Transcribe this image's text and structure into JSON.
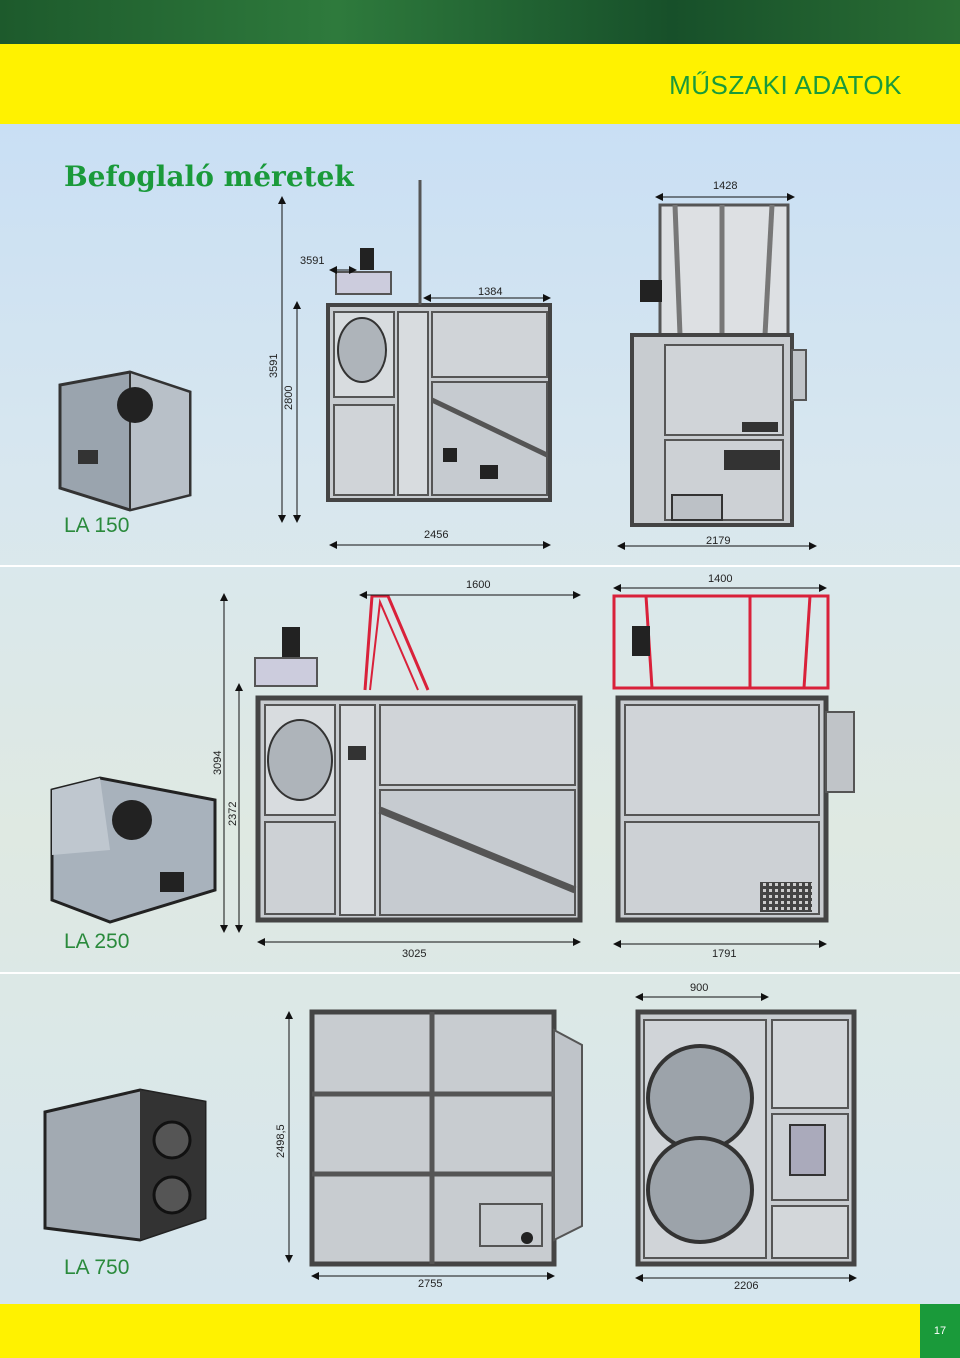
{
  "header": {
    "title": "MŰSZAKI ADATOK"
  },
  "section": {
    "title": "Befoglaló méretek"
  },
  "models": [
    {
      "label": "LA 150",
      "dims": {
        "top_right_width": "1428",
        "top_left": "3591",
        "top_mid": "1384",
        "height_outer": "3591",
        "height_inner": "2800",
        "bottom_left": "2456",
        "bottom_right": "2179"
      }
    },
    {
      "label": "LA 250",
      "dims": {
        "top_left": "1600",
        "top_right": "1400",
        "height_outer": "3094",
        "height_inner": "2372",
        "bottom_left": "3025",
        "bottom_right": "1791"
      }
    },
    {
      "label": "LA 750",
      "dims": {
        "top_right": "900",
        "height": "2498,5",
        "bottom_left": "2755",
        "bottom_right": "2206"
      }
    }
  ],
  "footer": {
    "page_number": "17"
  },
  "colors": {
    "accent_green": "#1a9a3a",
    "yellow": "#fff200",
    "highlight_red": "#d9213a"
  }
}
